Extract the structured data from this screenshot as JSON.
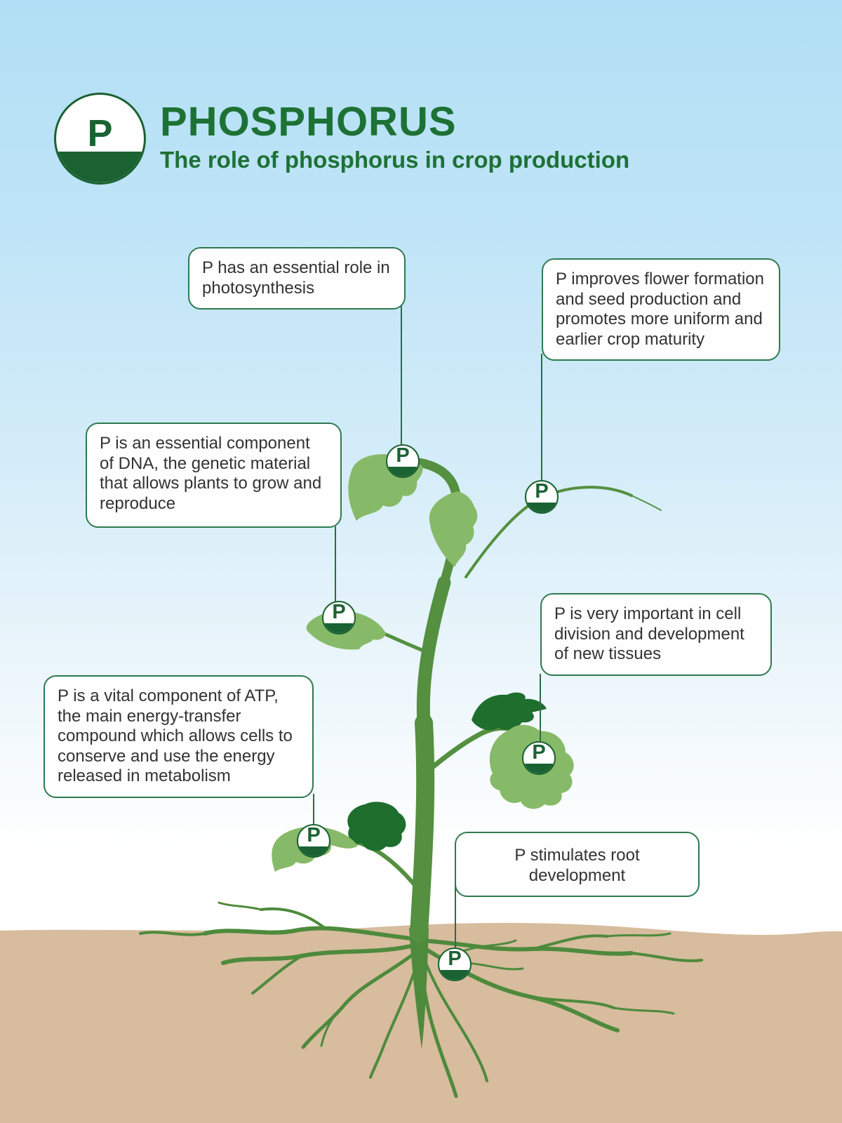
{
  "header": {
    "logo_letter": "P",
    "title": "PHOSPHORUS",
    "subtitle": "The role of phosphorus in crop production"
  },
  "callouts": [
    {
      "id": "photosynthesis",
      "text": "P has an essential role in photosynthesis"
    },
    {
      "id": "flower-formation",
      "text": "P improves flower formation and seed production and promotes more uniform and earlier crop maturity"
    },
    {
      "id": "dna",
      "text": "P is an essential component of DNA, the genetic material that allows plants to grow and reproduce"
    },
    {
      "id": "cell-division",
      "text": "P is very important in cell division and development of new tissues"
    },
    {
      "id": "atp",
      "text": "P is a vital component of ATP, the main energy-transfer compound which allows cells to conserve and use the energy released in metabolism"
    },
    {
      "id": "root-development",
      "text": "P stimulates root development"
    }
  ],
  "markers": [
    {
      "id": "photosynthesis",
      "label": "P"
    },
    {
      "id": "flower-formation",
      "label": "P"
    },
    {
      "id": "dna",
      "label": "P"
    },
    {
      "id": "cell-division",
      "label": "P"
    },
    {
      "id": "atp",
      "label": "P"
    },
    {
      "id": "root-development",
      "label": "P"
    }
  ],
  "colors": {
    "sky_blue": "#b2dff5",
    "dark_green": "#1b6233",
    "title_green": "#1d7135",
    "box_border_green": "#2e7a50",
    "stem_green": "#54903f",
    "root_green": "#4e8a3c",
    "leaf_light_green": "#87ba68",
    "leaf_dark_green": "#1e6e2d",
    "soil_tan": "#d7bc9e",
    "body_text": "#333333"
  }
}
